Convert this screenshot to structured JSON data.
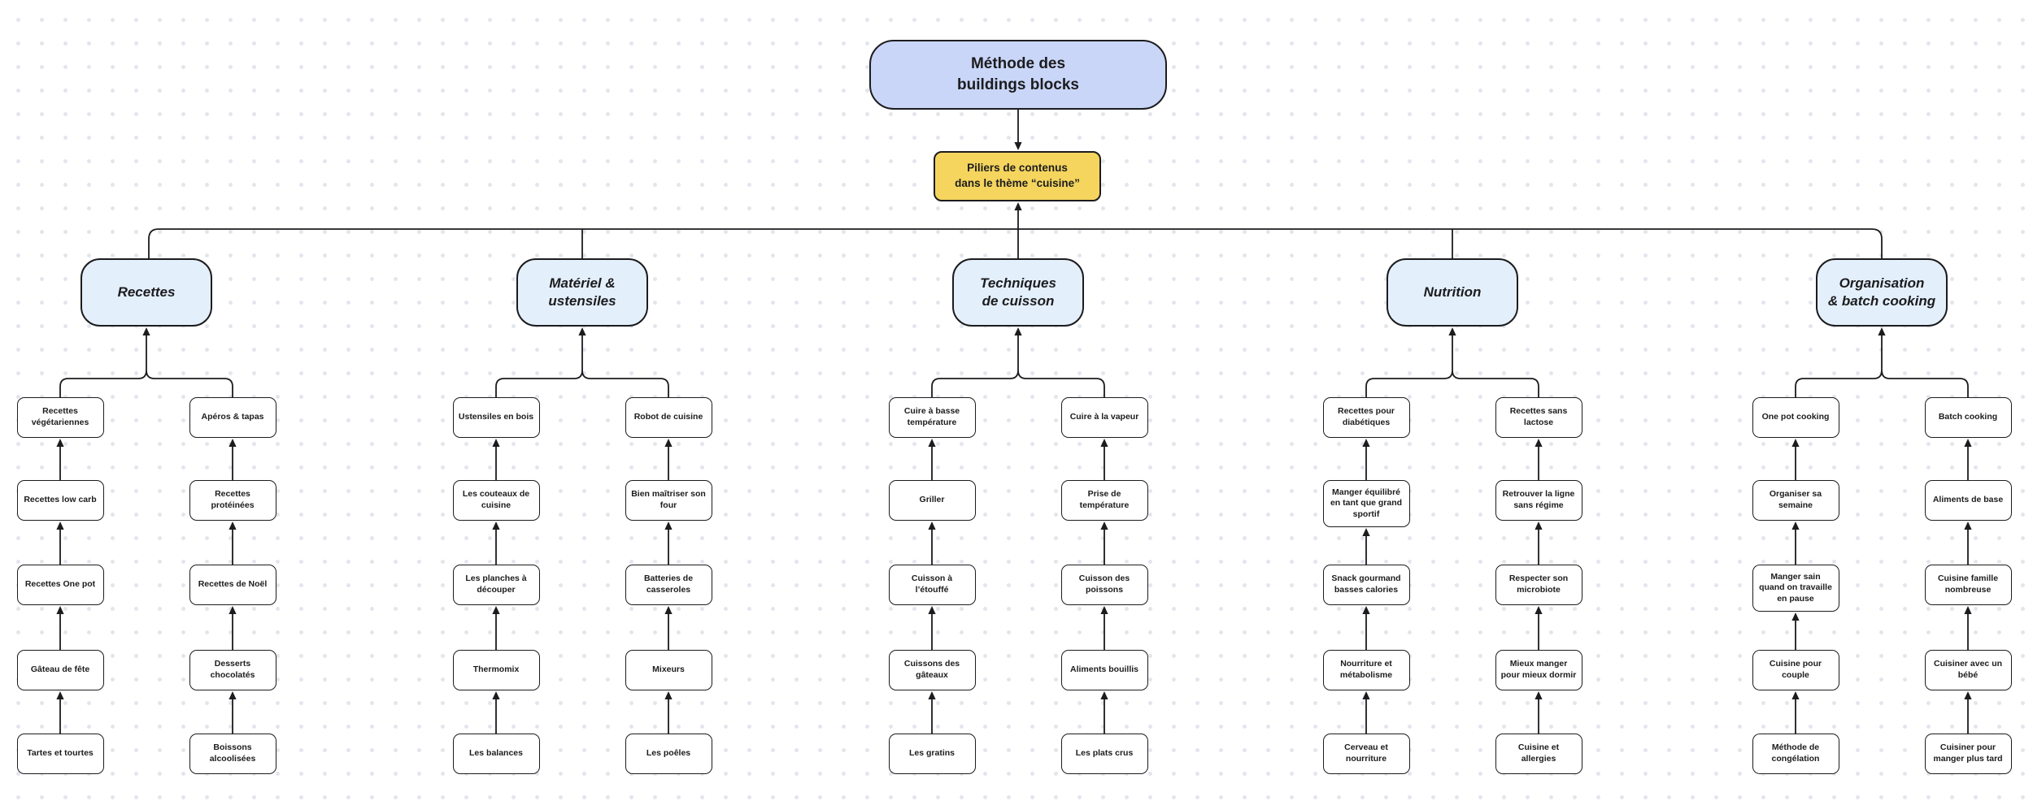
{
  "colors": {
    "background": "#ffffff",
    "dot_grid": "#e2e5ec",
    "stroke": "#1c1c1e",
    "root_fill": "#c9d6f8",
    "pillar_fill": "#f5d55e",
    "branch_fill": "#e4effc",
    "leaf_fill": "#ffffff"
  },
  "diagram": {
    "root": {
      "label": "Méthode des\nbuildings blocks"
    },
    "pillar": {
      "label": "Piliers de contenus\ndans le thème “cuisine”"
    },
    "branches": [
      {
        "id": "recettes",
        "label_lines": [
          "Recettes"
        ],
        "columns": [
          [
            [
              "Recettes",
              "végétariennes"
            ],
            [
              "Recettes low carb"
            ],
            [
              "Recettes One pot"
            ],
            [
              "Gâteau de fête"
            ],
            [
              "Tartes et tourtes"
            ]
          ],
          [
            [
              "Apéros & tapas"
            ],
            [
              "Recettes",
              "protéinées"
            ],
            [
              "Recettes de Noël"
            ],
            [
              "Desserts",
              "chocolatés"
            ],
            [
              "Boissons",
              "alcoolisées"
            ]
          ]
        ]
      },
      {
        "id": "materiel-ustensiles",
        "label_lines": [
          "Matériel &",
          "ustensiles"
        ],
        "columns": [
          [
            [
              "Ustensiles en bois"
            ],
            [
              "Les couteaux de",
              "cuisine"
            ],
            [
              "Les planches à",
              "découper"
            ],
            [
              "Thermomix"
            ],
            [
              "Les balances"
            ]
          ],
          [
            [
              "Robot de cuisine"
            ],
            [
              "Bien maîtriser son",
              "four"
            ],
            [
              "Batteries de",
              "casseroles"
            ],
            [
              "Mixeurs"
            ],
            [
              "Les poêles"
            ]
          ]
        ]
      },
      {
        "id": "techniques-cuisson",
        "label_lines": [
          "Techniques",
          "de cuisson"
        ],
        "columns": [
          [
            [
              "Cuire à basse",
              "température"
            ],
            [
              "Griller"
            ],
            [
              "Cuisson à",
              "l’étouffé"
            ],
            [
              "Cuissons des",
              "gâteaux"
            ],
            [
              "Les gratins"
            ]
          ],
          [
            [
              "Cuire à la vapeur"
            ],
            [
              "Prise de",
              "température"
            ],
            [
              "Cuisson des",
              "poissons"
            ],
            [
              "Aliments bouillis"
            ],
            [
              "Les plats crus"
            ]
          ]
        ]
      },
      {
        "id": "nutrition",
        "label_lines": [
          "Nutrition"
        ],
        "columns": [
          [
            [
              "Recettes pour",
              "diabétiques"
            ],
            [
              "Manger équilibré",
              "en tant que grand",
              "sportif"
            ],
            [
              "Snack gourmand",
              "basses calories"
            ],
            [
              "Nourriture et",
              "métabolisme"
            ],
            [
              "Cerveau et",
              "nourriture"
            ]
          ],
          [
            [
              "Recettes sans",
              "lactose"
            ],
            [
              "Retrouver la ligne",
              "sans régime"
            ],
            [
              "Respecter son",
              "microbiote"
            ],
            [
              "Mieux manger",
              "pour mieux dormir"
            ],
            [
              "Cuisine et",
              "allergies"
            ]
          ]
        ]
      },
      {
        "id": "organisation-batch-cooking",
        "label_lines": [
          "Organisation",
          "& batch cooking"
        ],
        "columns": [
          [
            [
              "One pot cooking"
            ],
            [
              "Organiser sa",
              "semaine"
            ],
            [
              "Manger sain",
              "quand on travaille",
              "en pause"
            ],
            [
              "Cuisine pour",
              "couple"
            ],
            [
              "Méthode de",
              "congélation"
            ]
          ],
          [
            [
              "Batch cooking"
            ],
            [
              "Aliments de base"
            ],
            [
              "Cuisine famille",
              "nombreuse"
            ],
            [
              "Cuisiner avec un",
              "bébé"
            ],
            [
              "Cuisiner pour",
              "manger plus tard"
            ]
          ]
        ]
      }
    ]
  }
}
